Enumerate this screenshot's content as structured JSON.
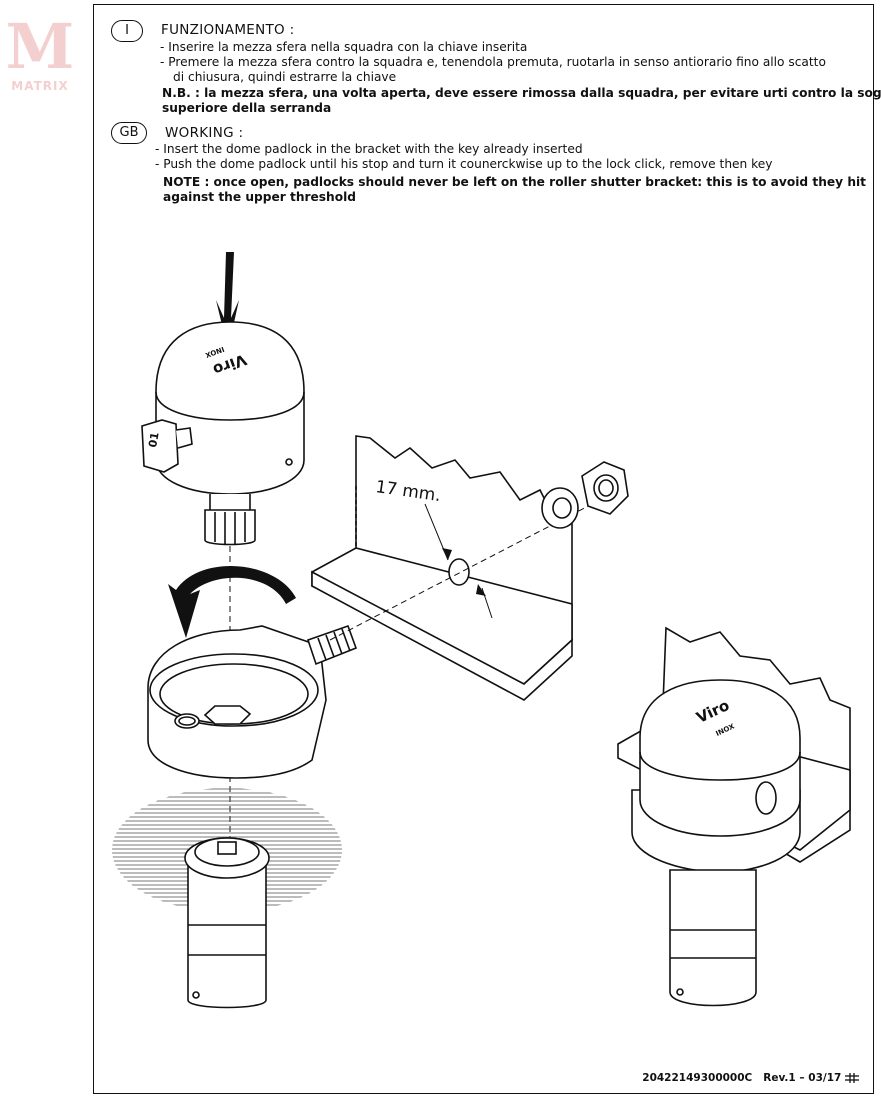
{
  "watermark": {
    "brand": "MATRIX",
    "letter": "M"
  },
  "italian": {
    "badge": "I",
    "heading": "FUNZIONAMENTO :",
    "steps": [
      "-  Inserire la mezza sfera nella squadra con la chiave inserita",
      "-  Premere la mezza sfera contro la squadra e, tenendola premuta, ruotarla in senso antiorario fino allo scatto",
      "di chiusura, quindi estrarre la chiave"
    ],
    "note_line1": "N.B. : la mezza sfera, una volta aperta, deve essere rimossa dalla squadra, per evitare urti contro la soglia",
    "note_line2": "superiore della serranda"
  },
  "english": {
    "badge": "GB",
    "heading": "WORKING :",
    "steps": [
      "-  Insert the dome padlock in the bracket with the key already inserted",
      "-  Push the dome padlock until his stop and turn it counerckwise up to the lock click, remove then key"
    ],
    "note_line1": "NOTE : once open, padlocks should never be left on the roller shutter bracket: this is to avoid they hit",
    "note_line2": "against the upper threshold"
  },
  "diagram": {
    "dimension_label": "17 mm.",
    "brand_text": "Viro",
    "brand_sub": "INOX",
    "key_number": "01"
  },
  "footer": {
    "code": "20422149300000C",
    "revision": "Rev.1 – 03/17"
  }
}
